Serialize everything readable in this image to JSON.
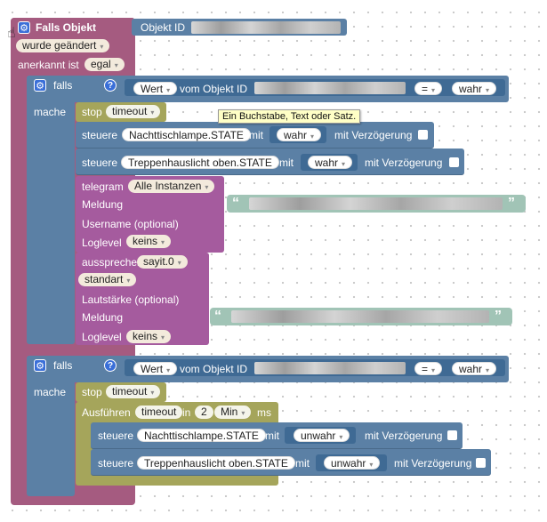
{
  "trigger": {
    "title": "Falls Objekt",
    "object_id_label": "Objekt ID",
    "changed_dropdown": "wurde geändert",
    "ack_label": "anerkannt ist",
    "ack_value": "egal"
  },
  "if1": {
    "label": "falls",
    "value_dropdown": "Wert",
    "of_object_label": "vom Objekt ID",
    "compare_op": "=",
    "compare_value": "wahr",
    "do_label": "mache",
    "stop": {
      "label": "stop",
      "value": "timeout"
    },
    "tooltip": "Ein Buchstabe, Text oder Satz.",
    "control1": {
      "label": "steuere",
      "target": "Nachttischlampe.STATE",
      "with_label": "mit",
      "value": "wahr",
      "delay_label": "mit Verzögerung"
    },
    "control2": {
      "label": "steuere",
      "target": "Treppenhauslicht oben.STATE",
      "with_label": "mit",
      "value": "wahr",
      "delay_label": "mit Verzögerung"
    },
    "telegram": {
      "label": "telegram",
      "instance": "Alle Instanzen",
      "message_label": "Meldung",
      "username_label": "Username (optional)",
      "loglevel_label": "Loglevel",
      "loglevel_value": "keins"
    },
    "speak": {
      "label": "aussprechen",
      "instance": "sayit.0",
      "mode": "standart",
      "volume_label": "Lautstärke (optional)",
      "message_label": "Meldung",
      "loglevel_label": "Loglevel",
      "loglevel_value": "keins"
    }
  },
  "if2": {
    "label": "falls",
    "value_dropdown": "Wert",
    "of_object_label": "vom Objekt ID",
    "compare_op": "=",
    "compare_value": "wahr",
    "do_label": "mache",
    "stop": {
      "label": "stop",
      "value": "timeout"
    },
    "timeout": {
      "label": "Ausführen",
      "name": "timeout",
      "in_label": "in",
      "amount": "2",
      "unit": "Min",
      "ms_label": "ms"
    },
    "control1": {
      "label": "steuere",
      "target": "Nachttischlampe.STATE",
      "with_label": "mit",
      "value": "unwahr",
      "delay_label": "mit Verzögerung"
    },
    "control2": {
      "label": "steuere",
      "target": "Treppenhauslicht oben.STATE",
      "with_label": "mit",
      "value": "unwahr",
      "delay_label": "mit Verzögerung"
    }
  },
  "glyphs": {
    "gear": "⚙",
    "help": "?",
    "arrow": "▾",
    "quote_open": "“",
    "quote_close": "”",
    "cursor": "☝"
  },
  "colors": {
    "trigger": "#a55b80",
    "logic": "#5b80a5",
    "message": "#a55b9e",
    "timer": "#a5a55b",
    "text": "#a1c4b6"
  }
}
